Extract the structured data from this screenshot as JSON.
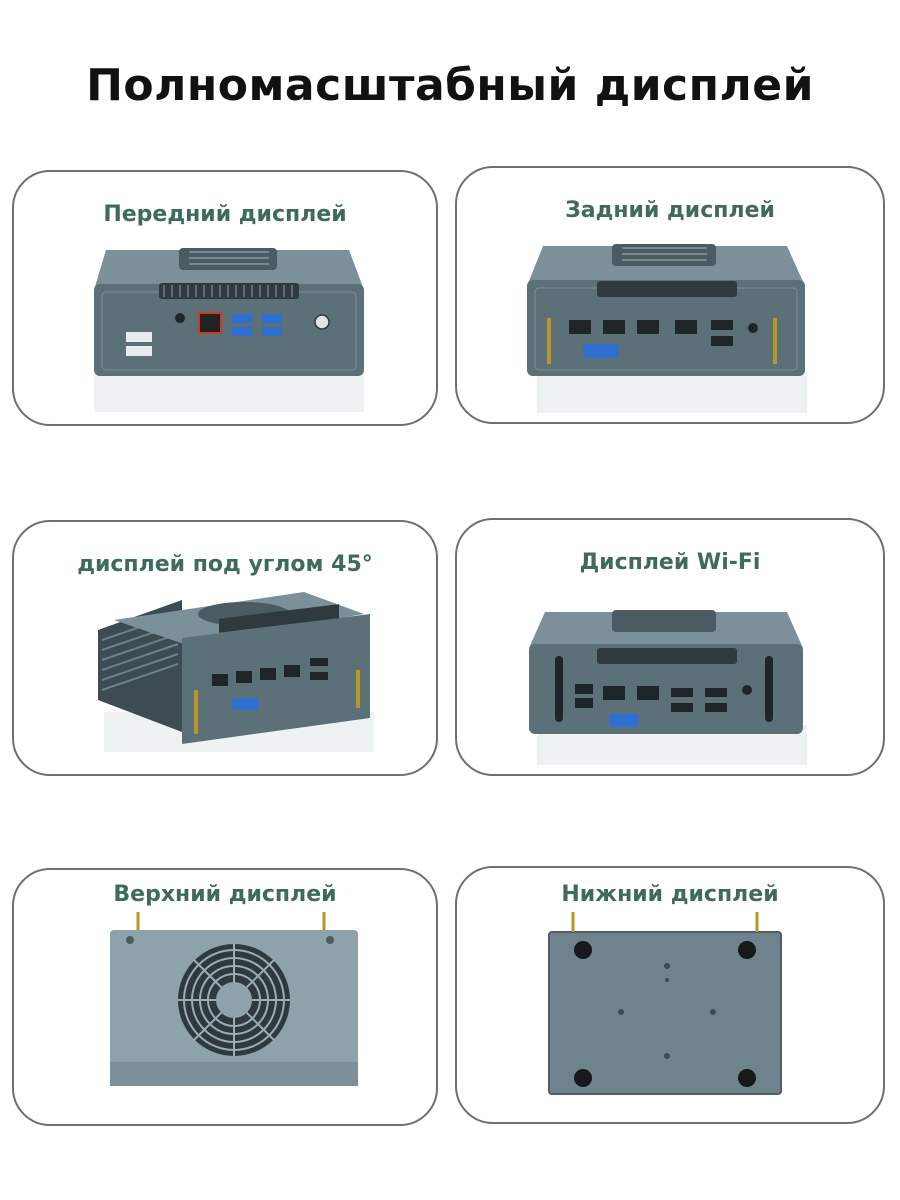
{
  "page": {
    "title": "Полномасштабный дисплей"
  },
  "cards": [
    {
      "title": "Передний дисплей"
    },
    {
      "title": "Задний дисплей"
    },
    {
      "title": "дисплей под углом 45°"
    },
    {
      "title": "Дисплей Wi-Fi"
    },
    {
      "title": "Верхний дисплей"
    },
    {
      "title": "Нижний дисплей"
    }
  ],
  "colors": {
    "title_text": "#111111",
    "card_title": "#3f6b5c",
    "card_border": "#6f6f6f",
    "device_body": "#5b7077",
    "device_dark": "#3c4c52",
    "device_top": "#8ea2aa"
  }
}
